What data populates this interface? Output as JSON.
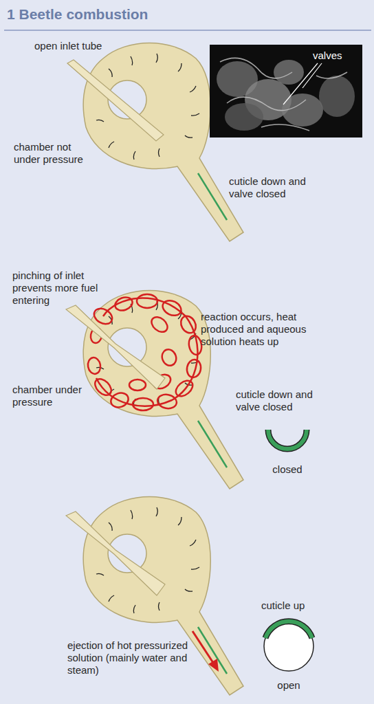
{
  "diagram": {
    "title": "1 Beetle combustion",
    "labels": [
      "open inlet tube",
      "valves",
      "chamber not under pressure",
      "cuticle down and valve closed",
      "pinching of inlet prevents more fuel entering",
      "reaction occurs, heat produced and aqueous solution heats up",
      "chamber under pressure",
      "cuticle down and valve closed",
      "closed",
      "cuticle up",
      "ejection of hot pressurized solution (mainly water and steam)",
      "open"
    ]
  }
}
